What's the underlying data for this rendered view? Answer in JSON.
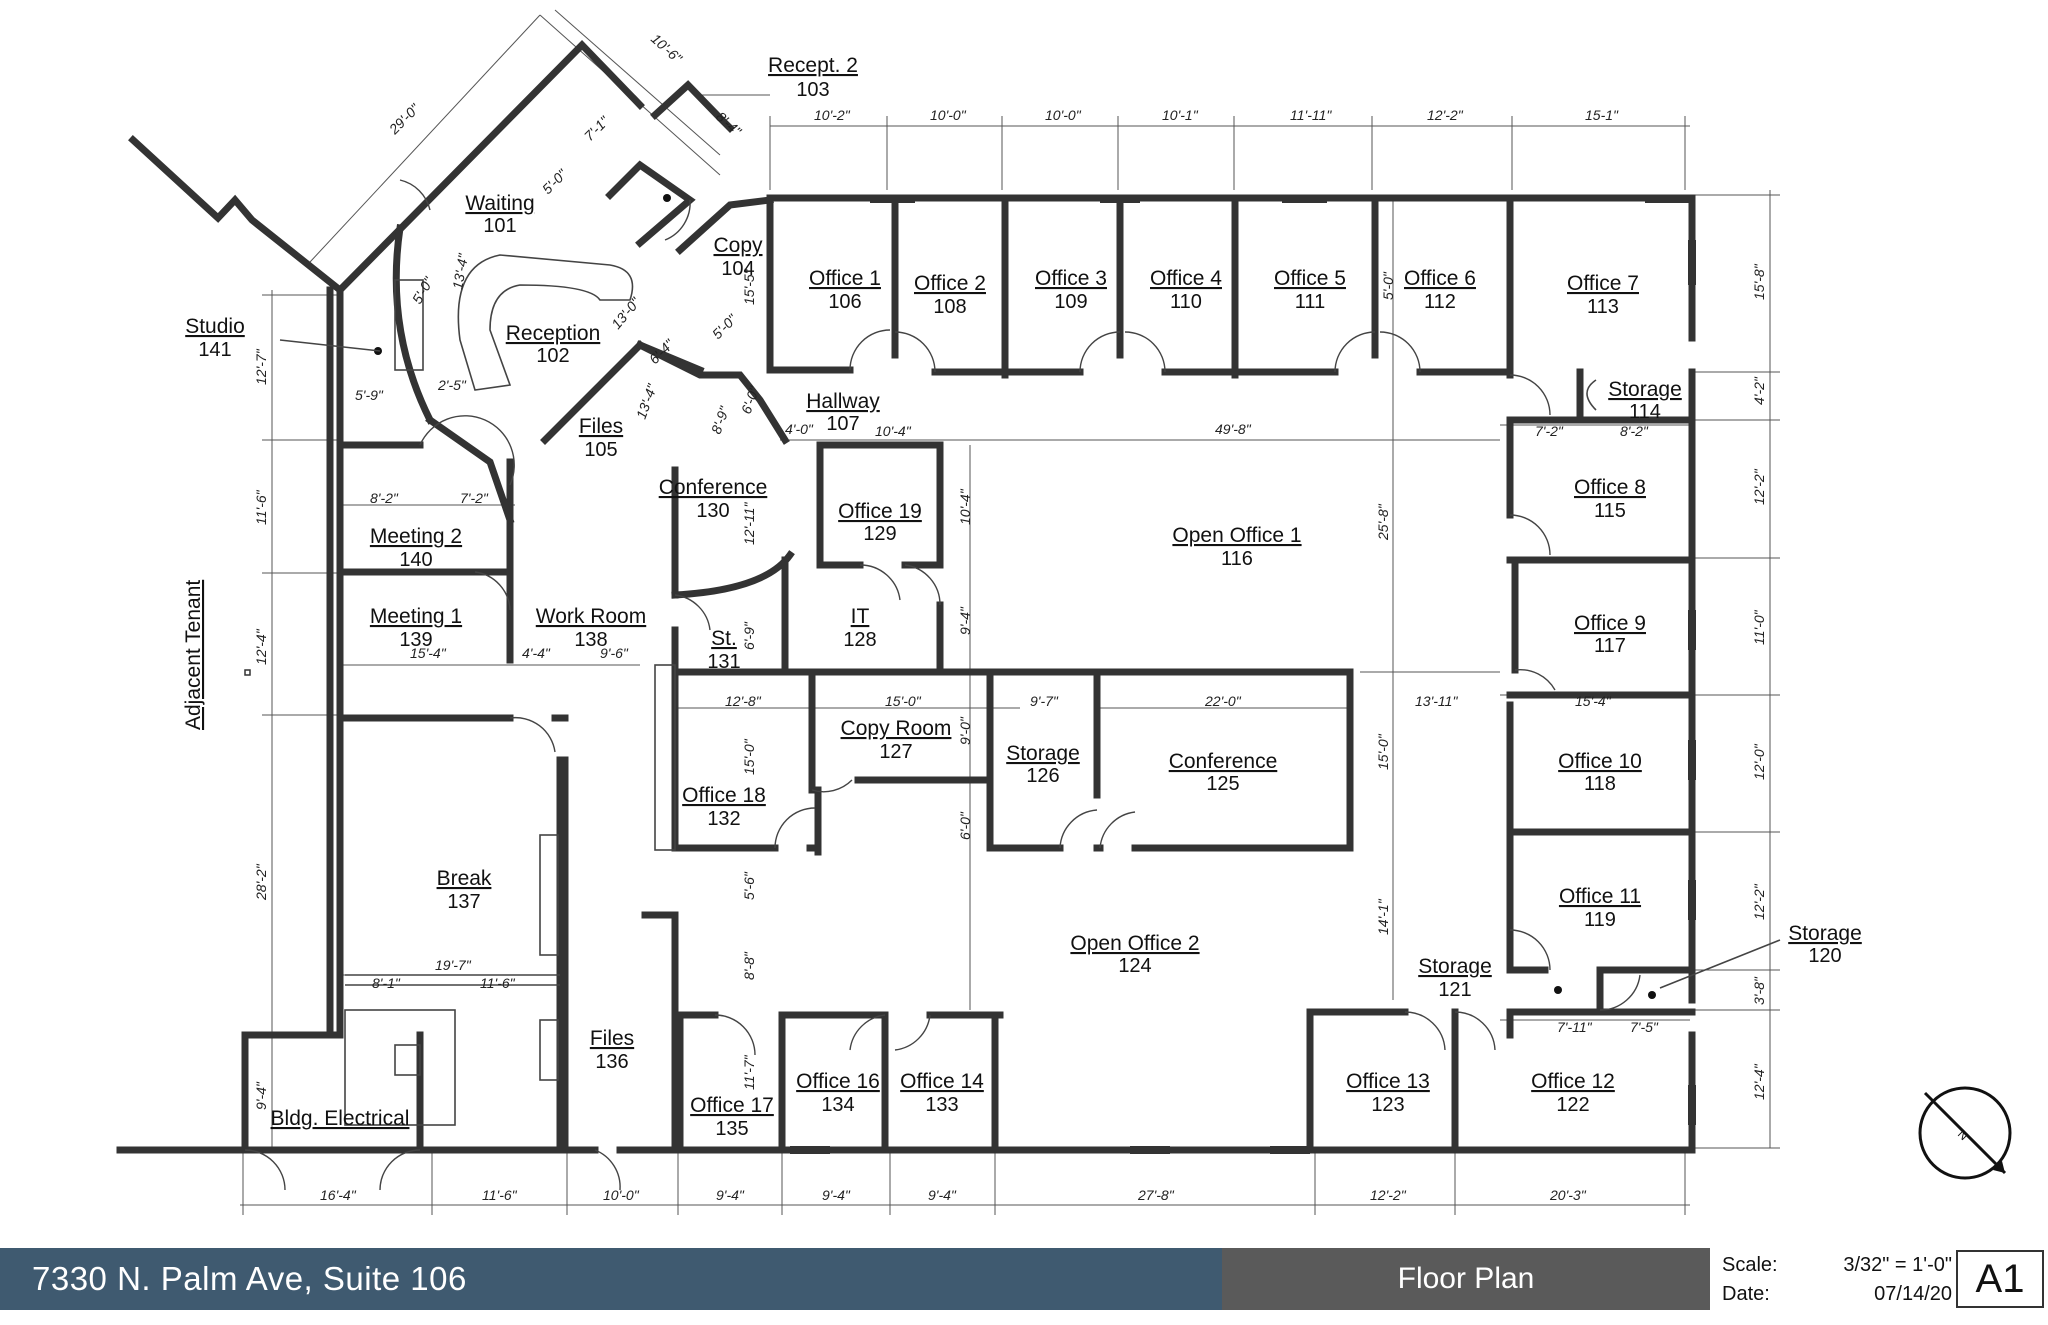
{
  "title_block": {
    "address": "7330 N. Palm Ave, Suite 106",
    "sheet_title": "Floor Plan",
    "scale_label": "Scale:",
    "scale_value": "3/32\" = 1'-0\"",
    "date_label": "Date:",
    "date_value": "07/14/20",
    "sheet_number": "A1"
  },
  "adjacent_label": "Adjacent Tenant",
  "north_arrow_letter": "N",
  "rooms": [
    {
      "name": "Recept. 2",
      "number": "103"
    },
    {
      "name": "Waiting",
      "number": "101"
    },
    {
      "name": "Copy",
      "number": "104"
    },
    {
      "name": "Studio",
      "number": "141"
    },
    {
      "name": "Reception",
      "number": "102"
    },
    {
      "name": "Files",
      "number": "105"
    },
    {
      "name": "Hallway",
      "number": "107"
    },
    {
      "name": "Conference",
      "number": "130"
    },
    {
      "name": "Office 19",
      "number": "129"
    },
    {
      "name": "Meeting 2",
      "number": "140"
    },
    {
      "name": "Meeting 1",
      "number": "139"
    },
    {
      "name": "Work Room",
      "number": "138"
    },
    {
      "name": "St.",
      "number": "131"
    },
    {
      "name": "IT",
      "number": "128"
    },
    {
      "name": "Office 1",
      "number": "106"
    },
    {
      "name": "Office 2",
      "number": "108"
    },
    {
      "name": "Office 3",
      "number": "109"
    },
    {
      "name": "Office 4",
      "number": "110"
    },
    {
      "name": "Office 5",
      "number": "111"
    },
    {
      "name": "Office 6",
      "number": "112"
    },
    {
      "name": "Office 7",
      "number": "113"
    },
    {
      "name": "Storage",
      "number": "114"
    },
    {
      "name": "Office 8",
      "number": "115"
    },
    {
      "name": "Open Office 1",
      "number": "116"
    },
    {
      "name": "Office 9",
      "number": "117"
    },
    {
      "name": "Office 18",
      "number": "132"
    },
    {
      "name": "Copy Room",
      "number": "127"
    },
    {
      "name": "Storage",
      "number": "126"
    },
    {
      "name": "Conference",
      "number": "125"
    },
    {
      "name": "Office 10",
      "number": "118"
    },
    {
      "name": "Break",
      "number": "137"
    },
    {
      "name": "Office 11",
      "number": "119"
    },
    {
      "name": "Open Office 2",
      "number": "124"
    },
    {
      "name": "Storage",
      "number": "121"
    },
    {
      "name": "Storage",
      "number": "120"
    },
    {
      "name": "Files",
      "number": "136"
    },
    {
      "name": "Office 17",
      "number": "135"
    },
    {
      "name": "Office 16",
      "number": "134"
    },
    {
      "name": "Office 14",
      "number": "133"
    },
    {
      "name": "Office 13",
      "number": "123"
    },
    {
      "name": "Office 12",
      "number": "122"
    },
    {
      "name": "Bldg. Electrical",
      "number": ""
    }
  ],
  "dimensions": [
    "10'-6\"",
    "29'-0\"",
    "8'-4\"",
    "7'-1\"",
    "5'-0\"",
    "10'-2\"",
    "10'-0\"",
    "10'-0\"",
    "10'-1\"",
    "11'-11\"",
    "12'-2\"",
    "15-1\"",
    "15'-8\"",
    "4'-2\"",
    "12'-2\"",
    "11'-0\"",
    "12'-0\"",
    "12'-2\"",
    "3'-8\"",
    "12'-4\"",
    "12'-7\"",
    "11'-6\"",
    "12'-4\"",
    "28'-2\"",
    "9'-4\"",
    "16'-4\"",
    "11'-6\"",
    "10'-0\"",
    "9'-4\"",
    "9'-4\"",
    "9'-4\"",
    "27'-8\"",
    "12'-2\"",
    "20'-3\"",
    "49'-8\"",
    "25'-8\"",
    "15'-0\"",
    "14'-1\"",
    "13'-11\"",
    "15'-4\"",
    "22'-0\"",
    "9'-7\"",
    "15'-0\"",
    "12'-8\"",
    "8'-2\"",
    "7'-2\"",
    "15'-4\"",
    "4'-4\"",
    "9'-6\"",
    "19'-7\"",
    "8'-1\"",
    "11'-6\"",
    "7'-2\"",
    "8'-2\"",
    "7'-11\"",
    "7'-5\"",
    "10'-4\"",
    "12'-11\"",
    "10'-4\"",
    "9'-4\"",
    "6'-9\"",
    "9'-0\"",
    "6'-0\"",
    "15'-0\"",
    "5'-6\"",
    "8'-8\"",
    "11'-7\"",
    "13'-4\"",
    "13'-0\"",
    "5'-9\"",
    "2'-5\"",
    "5'-0\"",
    "6'-4\"",
    "13'-4\"",
    "8'-9\"",
    "6'-0\"",
    "4'-0\"",
    "15'-5\"",
    "5'-0\"",
    "5'-0\""
  ]
}
